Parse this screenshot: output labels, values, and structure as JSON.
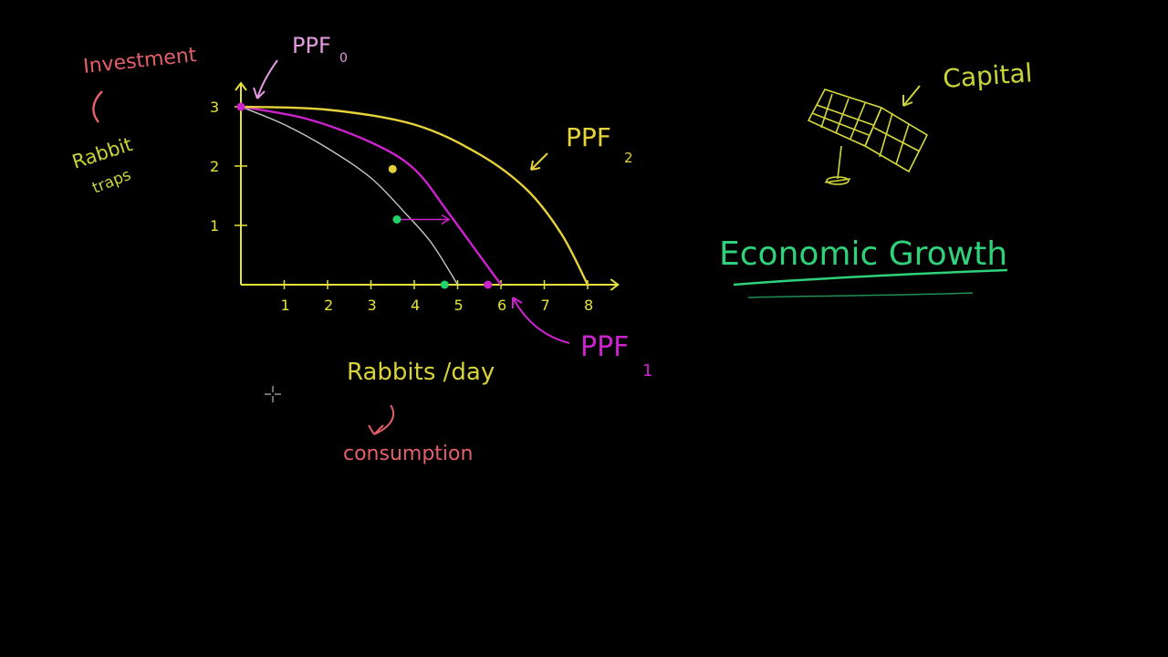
{
  "colors": {
    "background": "#000000",
    "axis": "#e6e23a",
    "ppf0": "#c9c9c9",
    "ppf1": "#cc22cc",
    "ppf2": "#e6d23a",
    "investment_label": "#e45f6a",
    "rabbit_traps_label": "#c9d43a",
    "ppf0_label": "#e39be0",
    "ppf1_label": "#cc22cc",
    "ppf2_label": "#e6d23a",
    "capital_label": "#c9d43a",
    "growth_label": "#2fd27a",
    "rabbits_label": "#d9d33a",
    "consumption_label": "#e45f6a",
    "green_point": "#22d36a"
  },
  "labels": {
    "investment": "Investment",
    "rabbit": "Rabbit",
    "traps": "traps",
    "ppf0_main": "PPF",
    "ppf0_sub": "0",
    "ppf1_main": "PPF",
    "ppf1_sub": "1",
    "ppf2_main": "PPF",
    "ppf2_sub": "2",
    "capital": "Capital",
    "economic_growth": "Economic Growth",
    "rabbits_per_day": "Rabbits /day",
    "consumption": "consumption"
  },
  "chart_data": {
    "type": "line",
    "title": "",
    "xlabel": "Rabbits /day",
    "ylabel": "Investment",
    "xlim": [
      0,
      8.7
    ],
    "ylim": [
      0,
      3.4
    ],
    "x_ticks": [
      1,
      2,
      3,
      4,
      5,
      6,
      7,
      8
    ],
    "y_ticks": [
      1,
      2,
      3
    ],
    "series": [
      {
        "name": "PPF0",
        "color": "#c9c9c9",
        "x": [
          0,
          1.0,
          2.0,
          3.0,
          3.8,
          4.4,
          5.0
        ],
        "y": [
          3,
          2.7,
          2.3,
          1.8,
          1.2,
          0.7,
          0
        ]
      },
      {
        "name": "PPF1",
        "color": "#cc22cc",
        "x": [
          0,
          1.5,
          3.0,
          4.0,
          4.8,
          5.5,
          6.0
        ],
        "y": [
          3,
          2.8,
          2.4,
          1.95,
          1.2,
          0.5,
          0
        ]
      },
      {
        "name": "PPF2",
        "color": "#e6d23a",
        "x": [
          0,
          2.0,
          4.0,
          5.5,
          6.6,
          7.4,
          8.0
        ],
        "y": [
          3,
          2.95,
          2.7,
          2.2,
          1.6,
          0.85,
          0
        ]
      }
    ],
    "points": [
      {
        "x": 0,
        "y": 3,
        "color": "#cc22cc"
      },
      {
        "x": 3.5,
        "y": 1.95,
        "color": "#e6d23a"
      },
      {
        "x": 3.6,
        "y": 1.1,
        "color": "#22d36a"
      },
      {
        "x": 4.7,
        "y": 0,
        "color": "#22d36a"
      },
      {
        "x": 5.7,
        "y": 0,
        "color": "#cc22cc"
      }
    ],
    "arrow": {
      "from_x": 3.6,
      "from_y": 1.1,
      "to_x": 4.8,
      "to_y": 1.1,
      "color": "#cc22cc"
    },
    "grid": false,
    "legend": "none"
  }
}
